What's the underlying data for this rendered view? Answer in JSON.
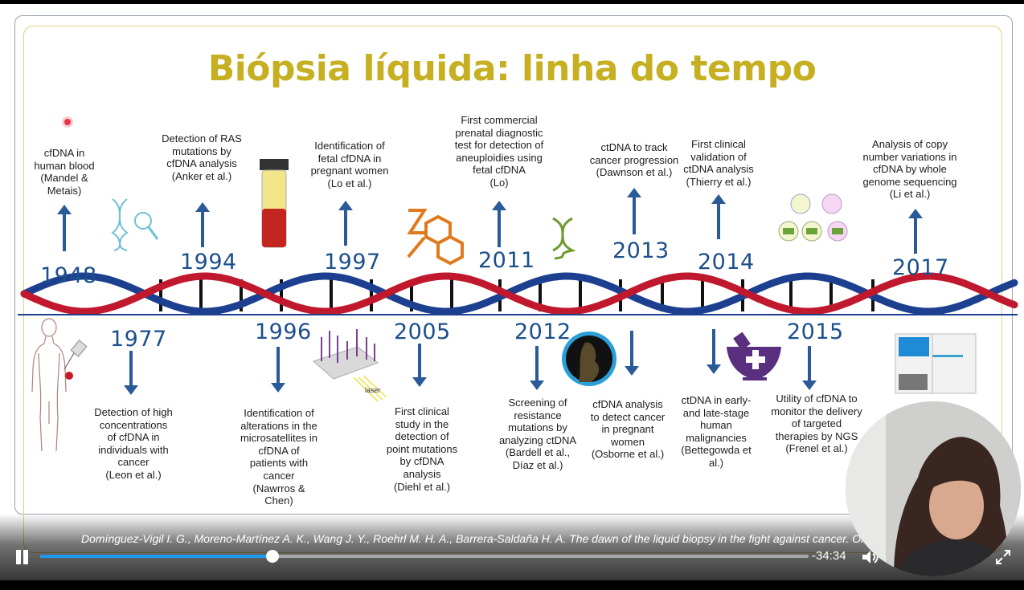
{
  "slide": {
    "title": "Biópsia líquida: linha do tempo",
    "years_above": [
      "1948",
      "1994",
      "1997",
      "2011",
      "2013",
      "2014",
      "2017"
    ],
    "years_below": [
      "1977",
      "1996",
      "2005",
      "2012",
      "2015"
    ],
    "events_above": [
      [
        "cfDNA in",
        "human blood",
        "(Mandel &",
        "Metais)"
      ],
      [
        "Detection of RAS",
        "mutations by",
        "cfDNA analysis",
        "(Anker et al.)"
      ],
      [
        "Identification of",
        "fetal cfDNA in",
        "pregnant women",
        "(Lo et al.)"
      ],
      [
        "First commercial",
        "prenatal diagnostic",
        "test for detection of",
        "aneuploidies using",
        "fetal cfDNA",
        "(Lo)"
      ],
      [
        "ctDNA to track",
        "cancer progression",
        "(Dawnson et al.)"
      ],
      [
        "First clinical",
        "validation of",
        "ctDNA analysis",
        "(Thierry et al.)"
      ],
      [
        "Analysis of copy",
        "number variations in",
        "cfDNA by whole",
        "genome sequencing",
        "(Li et al.)"
      ]
    ],
    "events_below": [
      [
        "Detection of high",
        "concentrations",
        "of cfDNA in",
        "individuals with",
        "cancer",
        "(Leon et al.)"
      ],
      [
        "Identification of",
        "alterations in the",
        "microsatellites in",
        "cfDNA of",
        "patients with",
        "cancer",
        "(Nawrros &",
        "Chen)"
      ],
      [
        "First clinical",
        "study in the",
        "detection of",
        "point mutations",
        "by cfDNA",
        "analysis",
        "(Diehl et al.)"
      ],
      [
        "Screening of",
        "resistance",
        "mutations by",
        "analyzing ctDNA",
        "(Bardell et al.,",
        "Díaz et al.)"
      ],
      [
        "cfDNA analysis",
        "to detect cancer",
        "in pregnant",
        "women",
        "(Osborne et al.)"
      ],
      [
        "ctDNA in early-",
        "and late-stage",
        "human",
        "malignancies",
        "(Bettegowda et",
        "al.)"
      ],
      [
        "Utility of cfDNA to",
        "monitor the delivery",
        "of targeted",
        "therapies by NGS",
        "(Frenel et al.)"
      ]
    ],
    "laser_label": "laser",
    "colors": {
      "title": "#c6b021",
      "year": "#1c4f8c",
      "arrow": "#2a5a97",
      "helix_red": "#c0182c",
      "helix_blue": "#1c3f8f"
    }
  },
  "player": {
    "citation": "Domínguez-Vigil I. G., Moreno-Martínez A. K., Wang J. Y., Roehrl M. H. A., Barrera-Saldaña H. A. The dawn of the liquid biopsy in the fight against cancer. Oncotarget.",
    "time_remaining": "-34:34",
    "progress": 0.302,
    "volume": 1.0,
    "state": "playing",
    "colors": {
      "accent": "#1c9bf0"
    }
  }
}
